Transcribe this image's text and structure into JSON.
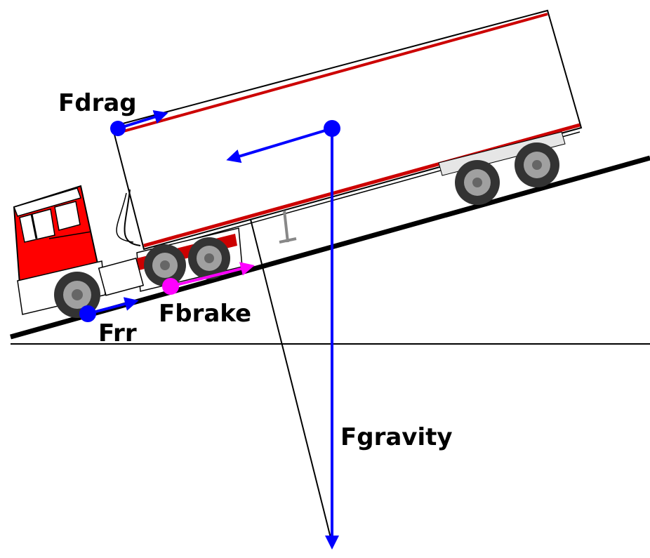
{
  "forces": {
    "drag": {
      "label": "Fdrag"
    },
    "rolling_resistance": {
      "label": "Frr"
    },
    "brake": {
      "label": "Fbrake"
    },
    "gravity": {
      "label": "Fgravity"
    }
  },
  "colors": {
    "force_arrow": "#0000ff",
    "brake_arrow": "#ff00ff",
    "cab": "#ff0000",
    "trailer_stripe": "#cc0000",
    "ground": "#000000",
    "wheel": "#333333",
    "hub": "#a0a0a0"
  },
  "icons": {
    "truck": "semi-truck-icon"
  }
}
